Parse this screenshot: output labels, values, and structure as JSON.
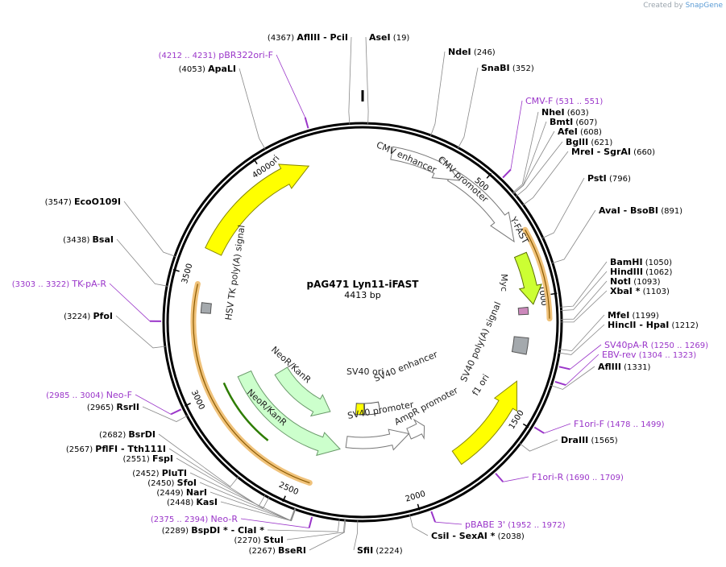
{
  "branding": {
    "prefix": "Created by",
    "name": "SnapGene"
  },
  "plasmid": {
    "name": "pAG471 Lyn11-iFAST",
    "size": "4413 bp",
    "length": 4413
  },
  "ticks": [
    "500",
    "1000",
    "1500",
    "2000",
    "2500",
    "3000",
    "3500",
    "4000"
  ],
  "enzymes": [
    {
      "name": "AflIII",
      "pos": "(4367)",
      "name2": "PciI"
    },
    {
      "name": "AseI",
      "pos": "(19)"
    },
    {
      "name": "NdeI",
      "pos": "(246)"
    },
    {
      "name": "SnaBI",
      "pos": "(352)"
    },
    {
      "name": "NheI",
      "pos": "(603)"
    },
    {
      "name": "BmtI",
      "pos": "(607)"
    },
    {
      "name": "AfeI",
      "pos": "(608)"
    },
    {
      "name": "BglII",
      "pos": "(621)"
    },
    {
      "name": "MreI",
      "pos": "(660)",
      "name2": "SgrAI"
    },
    {
      "name": "PstI",
      "pos": "(796)"
    },
    {
      "name": "AvaI",
      "pos": "(891)",
      "name2": "BsoBI"
    },
    {
      "name": "BamHI",
      "pos": "(1050)"
    },
    {
      "name": "HindIII",
      "pos": "(1062)"
    },
    {
      "name": "NotI",
      "pos": "(1093)"
    },
    {
      "name": "XbaI *",
      "pos": "(1103)"
    },
    {
      "name": "MfeI",
      "pos": "(1199)"
    },
    {
      "name": "HincII",
      "pos": "(1212)",
      "name2": "HpaI"
    },
    {
      "name": "AflIII",
      "pos": "(1331)"
    },
    {
      "name": "DraIII",
      "pos": "(1565)"
    },
    {
      "name": "CsiI",
      "pos": "(2038)",
      "name2": "SexAI *"
    },
    {
      "name": "SfiI",
      "pos": "(2224)"
    },
    {
      "name": "BseRI",
      "pos": "(2267)"
    },
    {
      "name": "StuI",
      "pos": "(2270)"
    },
    {
      "name": "BspDI *",
      "pos": "(2289)",
      "name2": "ClaI *"
    },
    {
      "name": "KasI",
      "pos": "(2448)"
    },
    {
      "name": "NarI",
      "pos": "(2449)"
    },
    {
      "name": "SfoI",
      "pos": "(2450)"
    },
    {
      "name": "PluTI",
      "pos": "(2452)"
    },
    {
      "name": "FspI",
      "pos": "(2551)"
    },
    {
      "name": "PflFI",
      "pos": "(2567)",
      "name2": "Tth111I"
    },
    {
      "name": "BsrDI",
      "pos": "(2682)"
    },
    {
      "name": "RsrII",
      "pos": "(2965)"
    },
    {
      "name": "PfoI",
      "pos": "(3224)"
    },
    {
      "name": "BsaI",
      "pos": "(3438)"
    },
    {
      "name": "EcoO109I",
      "pos": "(3547)"
    },
    {
      "name": "ApaLI",
      "pos": "(4053)"
    }
  ],
  "primers": [
    {
      "name": "pBR322ori-F",
      "range": "(4212 .. 4231)"
    },
    {
      "name": "CMV-F",
      "range": "(531 .. 551)"
    },
    {
      "name": "SV40pA-R",
      "range": "(1250 .. 1269)"
    },
    {
      "name": "EBV-rev",
      "range": "(1304 .. 1323)"
    },
    {
      "name": "F1ori-F",
      "range": "(1478 .. 1499)"
    },
    {
      "name": "F1ori-R",
      "range": "(1690 .. 1709)"
    },
    {
      "name": "pBABE 3'",
      "range": "(1952 .. 1972)"
    },
    {
      "name": "Neo-R",
      "range": "(2375 .. 2394)"
    },
    {
      "name": "Neo-F",
      "range": "(2985 .. 3004)"
    },
    {
      "name": "TK-pA-R",
      "range": "(3303 .. 3322)"
    }
  ],
  "features": [
    {
      "name": "CMV enhancer"
    },
    {
      "name": "CMV promoter"
    },
    {
      "name": "Y-FAST"
    },
    {
      "name": "Myc"
    },
    {
      "name": "SV40 poly(A) signal"
    },
    {
      "name": "f1 ori"
    },
    {
      "name": "AmpR promoter"
    },
    {
      "name": "SV40 promoter"
    },
    {
      "name": "SV40 enhancer"
    },
    {
      "name": "SV40 ori"
    },
    {
      "name": "NeoR/KanR"
    },
    {
      "name": "NeoR/KanR"
    },
    {
      "name": "HSV TK poly(A) signal"
    },
    {
      "name": "ori"
    }
  ],
  "colors": {
    "primer": "#9a35c9",
    "ori": "#ffff00",
    "yfast": "#ccff33",
    "neo": "#ccffcc",
    "orf_band": "#f0c27a",
    "myc": "#cc88bb",
    "polyA": "#a4a9ad"
  }
}
